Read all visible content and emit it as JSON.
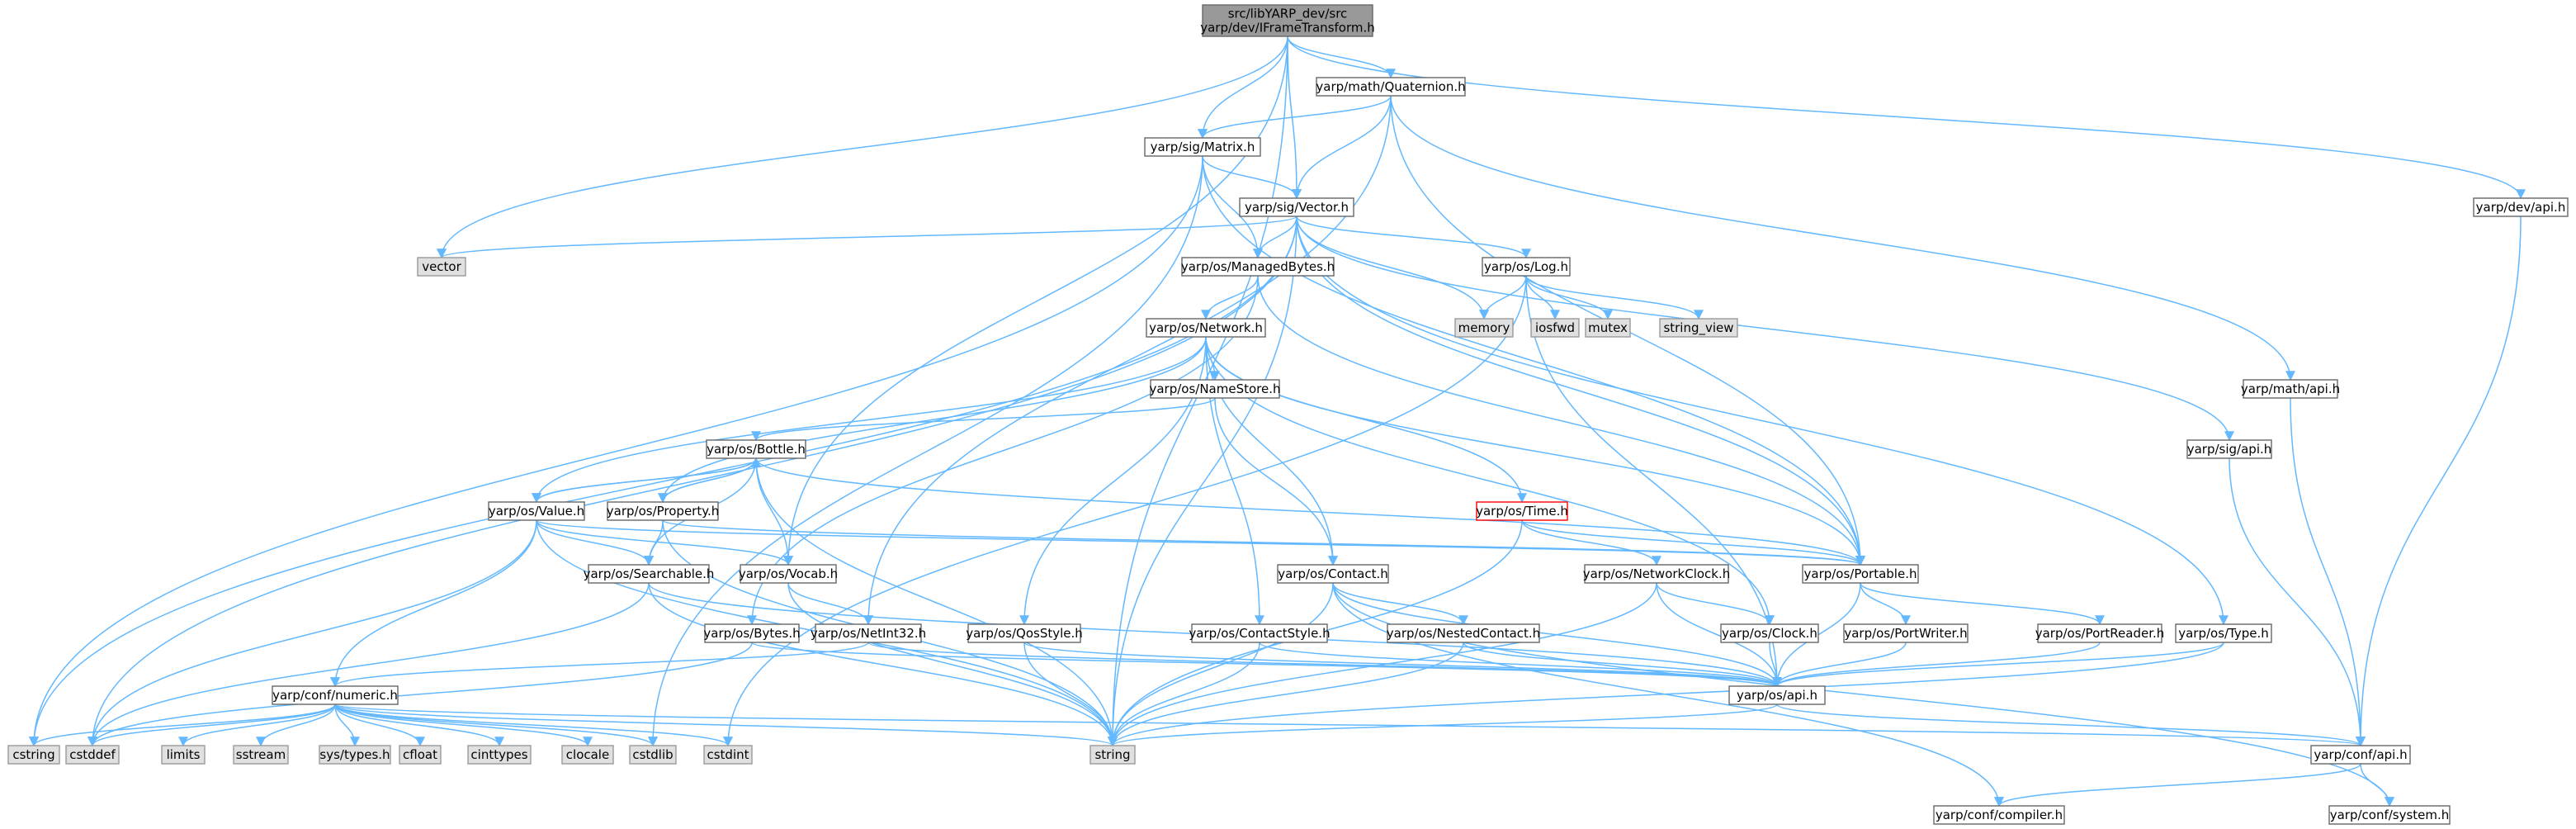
{
  "diagram": {
    "title": "",
    "nodes": [
      {
        "id": "root",
        "label": "src/libYARP_dev/src\nyarp/dev/IFrameTransform.h",
        "kind": "root"
      },
      {
        "id": "quaternion",
        "label": "yarp/math/Quaternion.h"
      },
      {
        "id": "matrix",
        "label": "yarp/sig/Matrix.h"
      },
      {
        "id": "vector_h",
        "label": "yarp/sig/Vector.h"
      },
      {
        "id": "devapi",
        "label": "yarp/dev/api.h"
      },
      {
        "id": "vector",
        "label": "vector",
        "kind": "ext"
      },
      {
        "id": "managedbytes",
        "label": "yarp/os/ManagedBytes.h"
      },
      {
        "id": "log",
        "label": "yarp/os/Log.h"
      },
      {
        "id": "memory",
        "label": "memory",
        "kind": "ext"
      },
      {
        "id": "iosfwd",
        "label": "iosfwd",
        "kind": "ext"
      },
      {
        "id": "mutex",
        "label": "mutex",
        "kind": "ext"
      },
      {
        "id": "string_view",
        "label": "string_view",
        "kind": "ext"
      },
      {
        "id": "network",
        "label": "yarp/os/Network.h"
      },
      {
        "id": "namestore",
        "label": "yarp/os/NameStore.h"
      },
      {
        "id": "mathapi",
        "label": "yarp/math/api.h"
      },
      {
        "id": "sigapi",
        "label": "yarp/sig/api.h"
      },
      {
        "id": "bottle",
        "label": "yarp/os/Bottle.h"
      },
      {
        "id": "value",
        "label": "yarp/os/Value.h"
      },
      {
        "id": "property",
        "label": "yarp/os/Property.h"
      },
      {
        "id": "time",
        "label": "yarp/os/Time.h",
        "kind": "hl"
      },
      {
        "id": "portable",
        "label": "yarp/os/Portable.h"
      },
      {
        "id": "searchable",
        "label": "yarp/os/Searchable.h"
      },
      {
        "id": "vocab",
        "label": "yarp/os/Vocab.h"
      },
      {
        "id": "contact",
        "label": "yarp/os/Contact.h"
      },
      {
        "id": "networkclock",
        "label": "yarp/os/NetworkClock.h"
      },
      {
        "id": "bytes",
        "label": "yarp/os/Bytes.h"
      },
      {
        "id": "netint32",
        "label": "yarp/os/NetInt32.h"
      },
      {
        "id": "qosstyle",
        "label": "yarp/os/QosStyle.h"
      },
      {
        "id": "contactstyle",
        "label": "yarp/os/ContactStyle.h"
      },
      {
        "id": "nestedcontact",
        "label": "yarp/os/NestedContact.h"
      },
      {
        "id": "clock",
        "label": "yarp/os/Clock.h"
      },
      {
        "id": "portwriter",
        "label": "yarp/os/PortWriter.h"
      },
      {
        "id": "portreader",
        "label": "yarp/os/PortReader.h"
      },
      {
        "id": "type",
        "label": "yarp/os/Type.h"
      },
      {
        "id": "numeric",
        "label": "yarp/conf/numeric.h"
      },
      {
        "id": "osapi",
        "label": "yarp/os/api.h"
      },
      {
        "id": "cstring",
        "label": "cstring",
        "kind": "ext"
      },
      {
        "id": "cstddef",
        "label": "cstddef",
        "kind": "ext"
      },
      {
        "id": "limits",
        "label": "limits",
        "kind": "ext"
      },
      {
        "id": "sstream",
        "label": "sstream",
        "kind": "ext"
      },
      {
        "id": "systypes",
        "label": "sys/types.h",
        "kind": "ext"
      },
      {
        "id": "cfloat",
        "label": "cfloat",
        "kind": "ext"
      },
      {
        "id": "cinttypes",
        "label": "cinttypes",
        "kind": "ext"
      },
      {
        "id": "clocale",
        "label": "clocale",
        "kind": "ext"
      },
      {
        "id": "cstdlib",
        "label": "cstdlib",
        "kind": "ext"
      },
      {
        "id": "cstdint",
        "label": "cstdint",
        "kind": "ext"
      },
      {
        "id": "string",
        "label": "string",
        "kind": "ext"
      },
      {
        "id": "confapi",
        "label": "yarp/conf/api.h"
      },
      {
        "id": "compiler",
        "label": "yarp/conf/compiler.h"
      },
      {
        "id": "system",
        "label": "yarp/conf/system.h"
      }
    ],
    "edges": [
      [
        "root",
        "quaternion"
      ],
      [
        "root",
        "matrix"
      ],
      [
        "root",
        "vector_h"
      ],
      [
        "root",
        "devapi"
      ],
      [
        "root",
        "vector"
      ],
      [
        "root",
        "vocab"
      ],
      [
        "root",
        "string"
      ],
      [
        "quaternion",
        "matrix"
      ],
      [
        "quaternion",
        "vector_h"
      ],
      [
        "quaternion",
        "mathapi"
      ],
      [
        "quaternion",
        "portable"
      ],
      [
        "quaternion",
        "netint32"
      ],
      [
        "matrix",
        "vector_h"
      ],
      [
        "matrix",
        "managedbytes"
      ],
      [
        "matrix",
        "cstring"
      ],
      [
        "matrix",
        "cstdlib"
      ],
      [
        "matrix",
        "portable"
      ],
      [
        "vector_h",
        "vector"
      ],
      [
        "vector_h",
        "managedbytes"
      ],
      [
        "vector_h",
        "log"
      ],
      [
        "vector_h",
        "memory"
      ],
      [
        "vector_h",
        "cstring"
      ],
      [
        "vector_h",
        "cstddef"
      ],
      [
        "vector_h",
        "string"
      ],
      [
        "vector_h",
        "portable"
      ],
      [
        "vector_h",
        "sigapi"
      ],
      [
        "vector_h",
        "type"
      ],
      [
        "devapi",
        "confapi"
      ],
      [
        "managedbytes",
        "network"
      ],
      [
        "managedbytes",
        "bytes"
      ],
      [
        "managedbytes",
        "portable"
      ],
      [
        "log",
        "memory"
      ],
      [
        "log",
        "iosfwd"
      ],
      [
        "log",
        "mutex"
      ],
      [
        "log",
        "string_view"
      ],
      [
        "log",
        "cstdint"
      ],
      [
        "log",
        "osapi"
      ],
      [
        "network",
        "namestore"
      ],
      [
        "network",
        "value"
      ],
      [
        "network",
        "property"
      ],
      [
        "network",
        "time"
      ],
      [
        "network",
        "contact"
      ],
      [
        "network",
        "contactstyle"
      ],
      [
        "network",
        "qosstyle"
      ],
      [
        "network",
        "portable"
      ],
      [
        "network",
        "clock"
      ],
      [
        "namestore",
        "bottle"
      ],
      [
        "namestore",
        "contact"
      ],
      [
        "mathapi",
        "confapi"
      ],
      [
        "sigapi",
        "confapi"
      ],
      [
        "bottle",
        "value"
      ],
      [
        "bottle",
        "property"
      ],
      [
        "bottle",
        "searchable"
      ],
      [
        "bottle",
        "vocab"
      ],
      [
        "bottle",
        "portable"
      ],
      [
        "bottle",
        "string"
      ],
      [
        "value",
        "bottle"
      ],
      [
        "value",
        "searchable"
      ],
      [
        "value",
        "vocab"
      ],
      [
        "value",
        "portable"
      ],
      [
        "value",
        "numeric"
      ],
      [
        "value",
        "cstddef"
      ],
      [
        "value",
        "string"
      ],
      [
        "property",
        "bottle"
      ],
      [
        "property",
        "searchable"
      ],
      [
        "property",
        "portable"
      ],
      [
        "property",
        "string"
      ],
      [
        "time",
        "networkclock"
      ],
      [
        "time",
        "portable"
      ],
      [
        "time",
        "string"
      ],
      [
        "portable",
        "portwriter"
      ],
      [
        "portable",
        "portreader"
      ],
      [
        "portable",
        "osapi"
      ],
      [
        "searchable",
        "osapi"
      ],
      [
        "searchable",
        "cstddef"
      ],
      [
        "searchable",
        "string"
      ],
      [
        "vocab",
        "netint32"
      ],
      [
        "vocab",
        "string"
      ],
      [
        "contact",
        "nestedcontact"
      ],
      [
        "contact",
        "osapi"
      ],
      [
        "contact",
        "string"
      ],
      [
        "contact",
        "compiler"
      ],
      [
        "contact",
        "system"
      ],
      [
        "networkclock",
        "clock"
      ],
      [
        "networkclock",
        "osapi"
      ],
      [
        "networkclock",
        "string"
      ],
      [
        "bytes",
        "osapi"
      ],
      [
        "bytes",
        "cstddef"
      ],
      [
        "netint32",
        "numeric"
      ],
      [
        "netint32",
        "osapi"
      ],
      [
        "qosstyle",
        "osapi"
      ],
      [
        "qosstyle",
        "string"
      ],
      [
        "contactstyle",
        "osapi"
      ],
      [
        "contactstyle",
        "string"
      ],
      [
        "nestedcontact",
        "osapi"
      ],
      [
        "nestedcontact",
        "string"
      ],
      [
        "clock",
        "osapi"
      ],
      [
        "portwriter",
        "osapi"
      ],
      [
        "portreader",
        "osapi"
      ],
      [
        "type",
        "osapi"
      ],
      [
        "type",
        "string"
      ],
      [
        "numeric",
        "cstring"
      ],
      [
        "numeric",
        "cstddef"
      ],
      [
        "numeric",
        "limits"
      ],
      [
        "numeric",
        "sstream"
      ],
      [
        "numeric",
        "systypes"
      ],
      [
        "numeric",
        "cfloat"
      ],
      [
        "numeric",
        "cinttypes"
      ],
      [
        "numeric",
        "clocale"
      ],
      [
        "numeric",
        "cstdlib"
      ],
      [
        "numeric",
        "cstdint"
      ],
      [
        "numeric",
        "string"
      ],
      [
        "numeric",
        "confapi"
      ],
      [
        "osapi",
        "confapi"
      ],
      [
        "osapi",
        "string"
      ],
      [
        "confapi",
        "compiler"
      ],
      [
        "confapi",
        "system"
      ]
    ]
  }
}
